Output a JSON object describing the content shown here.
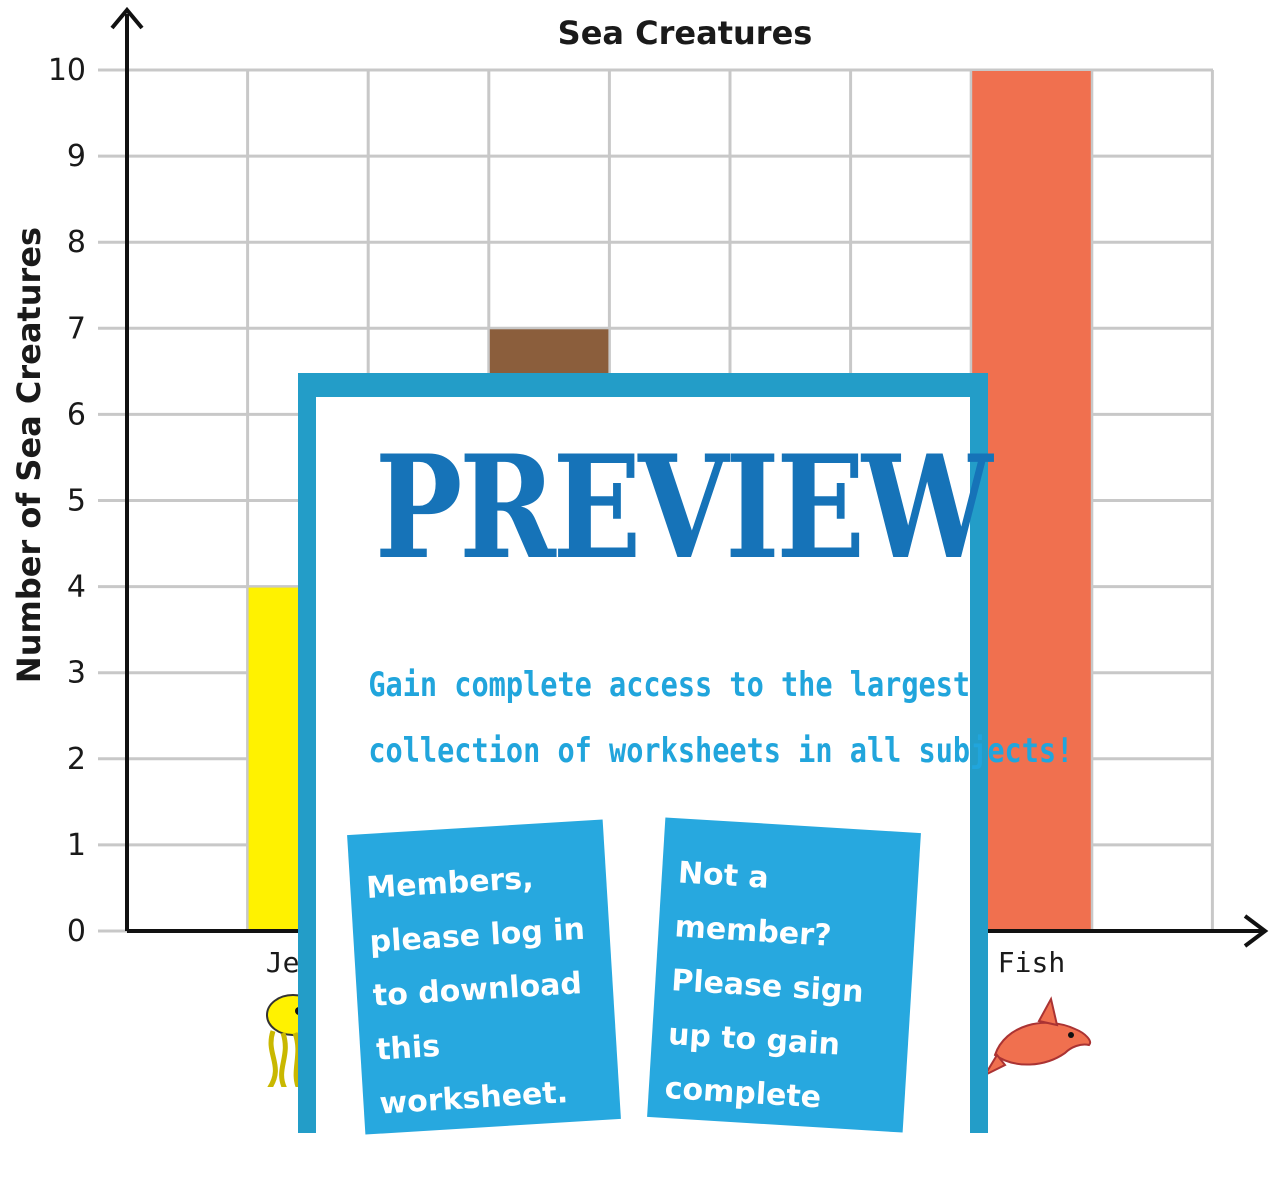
{
  "chart_data": {
    "type": "bar",
    "title": "Sea Creatures",
    "ylabel": "Number of Sea Creatures",
    "xlabel": "",
    "ylim": [
      0,
      10
    ],
    "yticks": [
      0,
      1,
      2,
      3,
      4,
      5,
      6,
      7,
      8,
      9,
      10
    ],
    "grid": true,
    "categories": [
      "Jelly",
      "",
      "Fish"
    ],
    "values": [
      4,
      7,
      10
    ],
    "bar_colors": [
      "#fff200",
      "#8b5e3c",
      "#f0704f"
    ],
    "hidden_categories_note": ""
  },
  "overlay": {
    "title": "PREVIEW",
    "message_line1": "Gain complete access to the largest",
    "message_line2": "collection of worksheets in all subjects!",
    "members_text": "Members, please log in to download this worksheet.",
    "join_text": "Not a member? Please sign up to gain complete access.",
    "border_color": "#239dc8",
    "title_color": "#1673b8",
    "card_color": "#27a8df"
  },
  "icons": [
    "jellyfish-icon",
    "fish-icon"
  ]
}
